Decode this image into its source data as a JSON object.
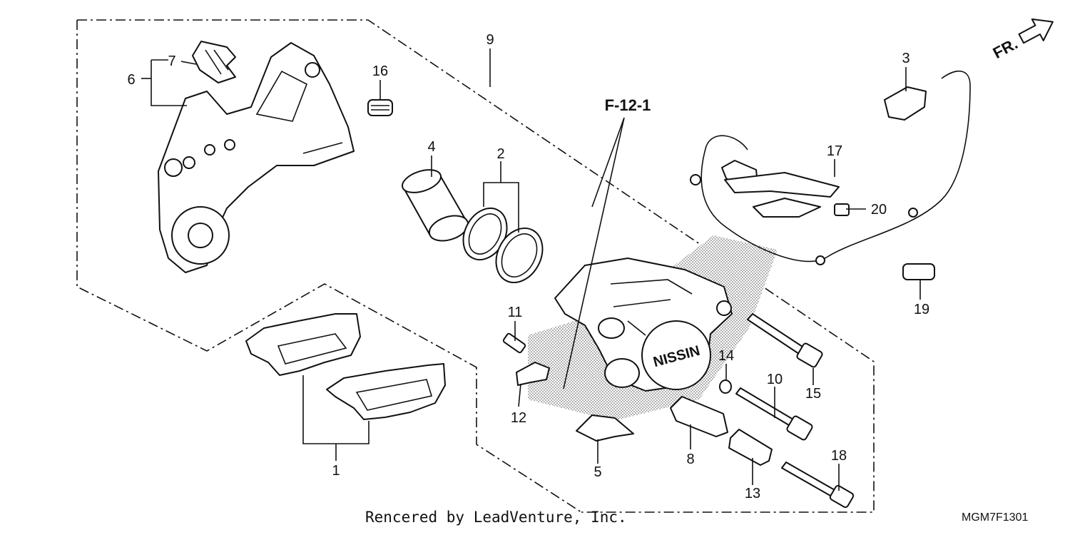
{
  "diagram": {
    "ref_label": "F-12-1",
    "front_indicator": "FR.",
    "footer_credit": "Rencered by LeadVenture, Inc.",
    "diagram_code": "MGM7F1301",
    "callouts": [
      "1",
      "2",
      "3",
      "4",
      "5",
      "6",
      "7",
      "8",
      "9",
      "10",
      "11",
      "12",
      "13",
      "14",
      "15",
      "16",
      "17",
      "18",
      "19",
      "20"
    ]
  }
}
